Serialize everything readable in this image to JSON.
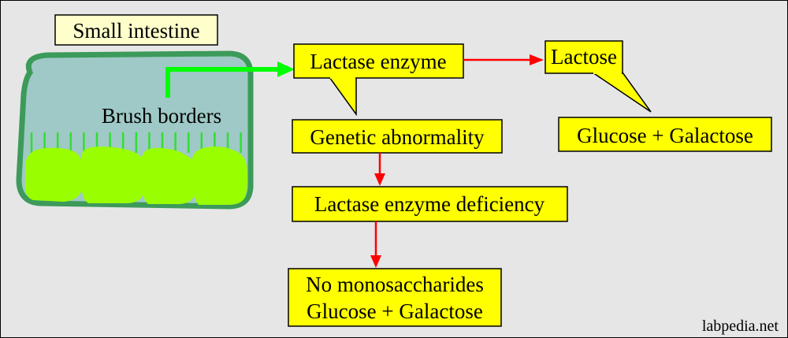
{
  "colors": {
    "background": "#e6e6e6",
    "border": "#000000",
    "label_fill": "#ffff00",
    "title_label_fill": "#ffffcc",
    "intestine_fill": "#9ec9c6",
    "intestine_border": "#3c9a5a",
    "villi_fill": "#99ff00",
    "brush_lines": "#33dd33",
    "green_arrow": "#00ff00",
    "red_arrow": "#ff0000"
  },
  "labels": {
    "small_intestine": "Small intestine",
    "brush_borders": "Brush borders",
    "lactase_enzyme": "Lactase enzyme",
    "lactose": "Lactose",
    "glucose_galactose": "Glucose + Galactose",
    "genetic_abnormality": "Genetic abnormality",
    "lactase_deficiency": "Lactase enzyme deficiency",
    "no_mono_line1": "No monosaccharides",
    "no_mono_line2": "Glucose + Galactose"
  },
  "watermark": "labpedia.net"
}
